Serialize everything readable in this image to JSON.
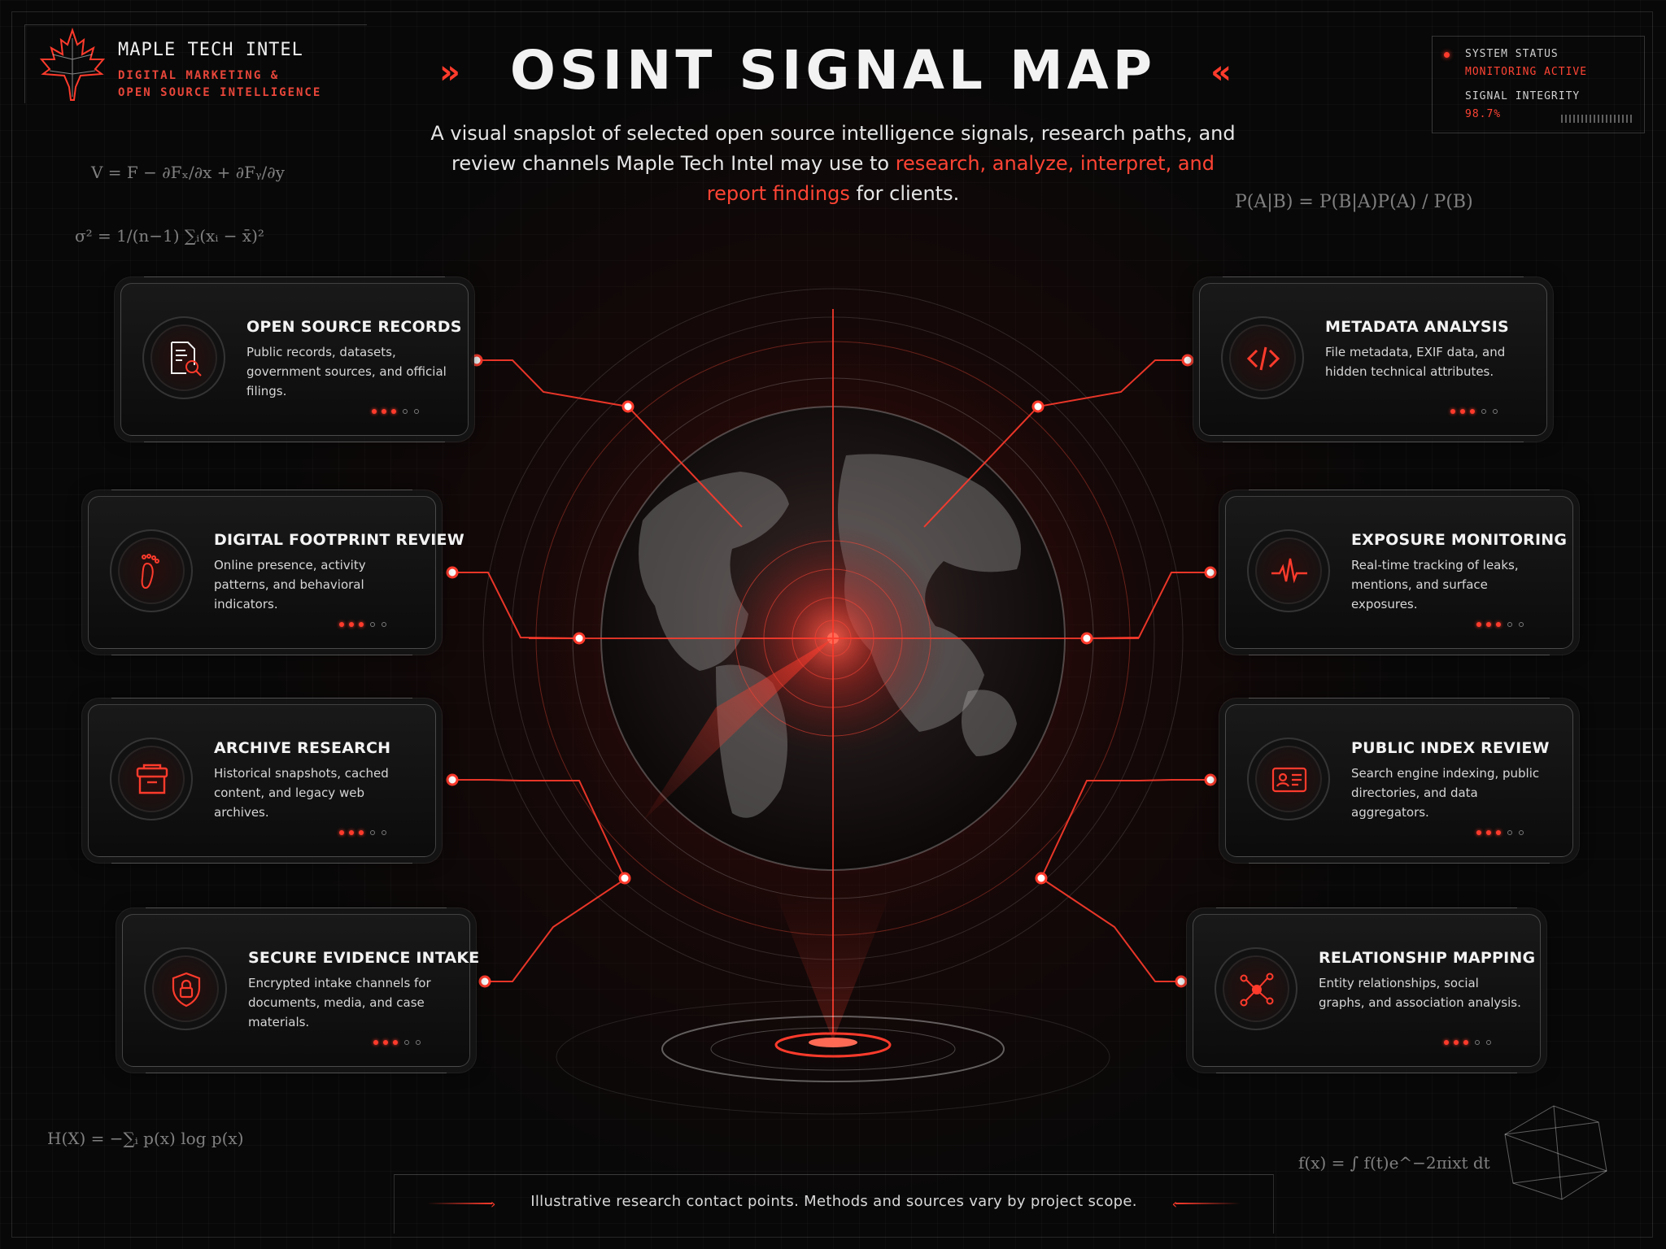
{
  "brand": {
    "name": "MAPLE TECH INTEL",
    "tagline_1": "DIGITAL MARKETING &",
    "tagline_2": "OPEN SOURCE INTELLIGENCE",
    "logo_icon": "maple-leaf-icon"
  },
  "header": {
    "title": "OSINT SIGNAL MAP",
    "chevron_left": "»",
    "chevron_right": "«",
    "subtitle_part1": "A visual snapslot of selected open source intelligence signals, research paths, and review channels Maple Tech Intel may use to ",
    "subtitle_highlight": "research, analyze, interpret, and report findings",
    "subtitle_part2": " for clients."
  },
  "status": {
    "label_1": "SYSTEM STATUS",
    "value_1": "MONITORING ACTIVE",
    "label_2": "SIGNAL INTEGRITY",
    "value_2": "98.7%"
  },
  "math": {
    "eq1": "V = F − ∂Fₓ/∂x + ∂Fᵧ/∂y",
    "eq2": "σ² = 1/(n−1) ∑ᵢ(xᵢ − x̄)²",
    "eq3": "P(A|B) = P(B|A)P(A) / P(B)",
    "eq4": "H(X) = −∑ᵢ p(x) log p(x)",
    "eq5": "f(x) = ∫ f(t)e^−2πixt dt"
  },
  "cards": [
    {
      "title": "OPEN SOURCE RECORDS",
      "desc": "Public records, datasets, government sources, and official filings.",
      "icon": "document-search-icon"
    },
    {
      "title": "DIGITAL FOOTPRINT REVIEW",
      "desc": "Online presence, activity patterns, and behavioral indicators.",
      "icon": "footprint-icon"
    },
    {
      "title": "ARCHIVE RESEARCH",
      "desc": "Historical snapshots, cached content, and legacy web archives.",
      "icon": "archive-box-icon"
    },
    {
      "title": "SECURE EVIDENCE INTAKE",
      "desc": "Encrypted intake channels for documents, media, and case materials.",
      "icon": "shield-lock-icon"
    },
    {
      "title": "METADATA ANALYSIS",
      "desc": "File metadata, EXIF data, and hidden technical attributes.",
      "icon": "code-brackets-icon"
    },
    {
      "title": "EXPOSURE MONITORING",
      "desc": "Real-time tracking of leaks, mentions, and surface exposures.",
      "icon": "pulse-wave-icon"
    },
    {
      "title": "PUBLIC INDEX REVIEW",
      "desc": "Search engine indexing, public directories, and data aggregators.",
      "icon": "id-card-icon"
    },
    {
      "title": "RELATIONSHIP MAPPING",
      "desc": "Entity relationships, social graphs, and association analysis.",
      "icon": "network-graph-icon"
    }
  ],
  "footer": {
    "note": "Illustrative research contact points. Methods and sources vary by project scope."
  },
  "colors": {
    "accent": "#ff3b2c",
    "background": "#080808",
    "card_bg": "#151515",
    "text": "#e8e8e8"
  }
}
